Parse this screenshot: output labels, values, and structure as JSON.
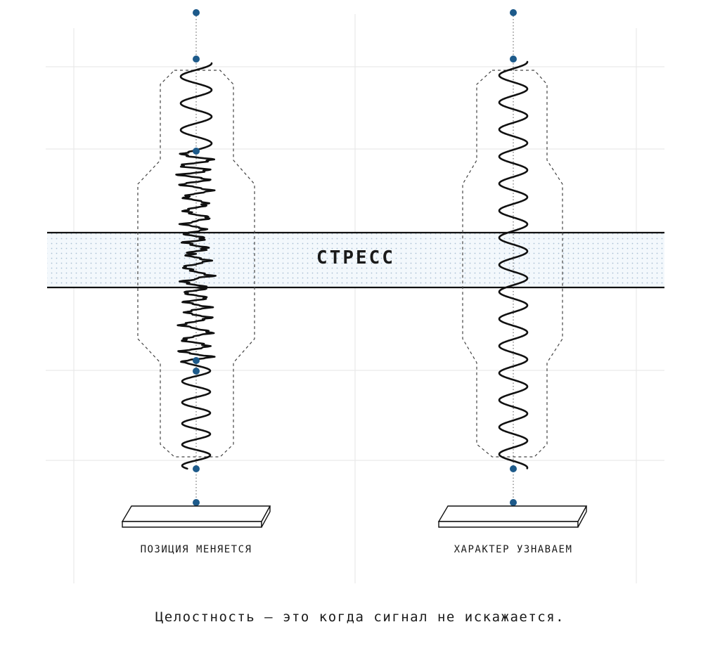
{
  "band": {
    "label": "СТРЕСС"
  },
  "left_column": {
    "caption": "ПОЗИЦИЯ МЕНЯЕТСЯ"
  },
  "right_column": {
    "caption": "ХАРАКТЕР УЗНАВАЕМ"
  },
  "footer": {
    "text": "Целостность — это когда сигнал не искажается."
  },
  "colors": {
    "ink": "#111111",
    "node": "#1d5a8a",
    "grid": "#e3e3e3",
    "band_dots": "#a9bfd3",
    "band_fill": "#f2f7fb",
    "outline": "#444444"
  }
}
